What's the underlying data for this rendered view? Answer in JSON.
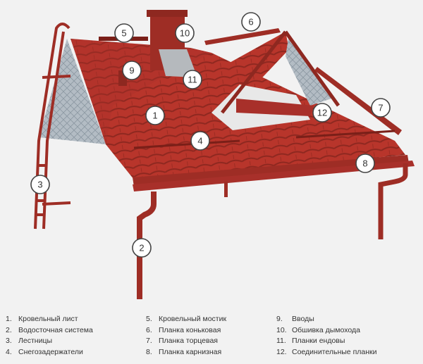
{
  "legend": [
    {
      "num": "1.",
      "label": "Кровельный лист"
    },
    {
      "num": "2.",
      "label": "Водосточная система"
    },
    {
      "num": "3.",
      "label": "Лестницы"
    },
    {
      "num": "4.",
      "label": "Снегозадержатели"
    },
    {
      "num": "5.",
      "label": "Кровельный мостик"
    },
    {
      "num": "6.",
      "label": "Планка коньковая"
    },
    {
      "num": "7.",
      "label": "Планка торцевая"
    },
    {
      "num": "8.",
      "label": "Планка карнизная"
    },
    {
      "num": "9.",
      "label": "Вводы"
    },
    {
      "num": "10.",
      "label": "Обшивка дымохода"
    },
    {
      "num": "11.",
      "label": "Планки ендовы"
    },
    {
      "num": "12.",
      "label": "Соединительные планки"
    }
  ],
  "callouts": [
    "1",
    "2",
    "3",
    "4",
    "5",
    "6",
    "7",
    "8",
    "9",
    "10",
    "11",
    "12"
  ],
  "colors": {
    "roof": "#b8352b",
    "roof_dark": "#8e2820",
    "metal": "#a9b4bd",
    "badge_stroke": "#444444"
  }
}
